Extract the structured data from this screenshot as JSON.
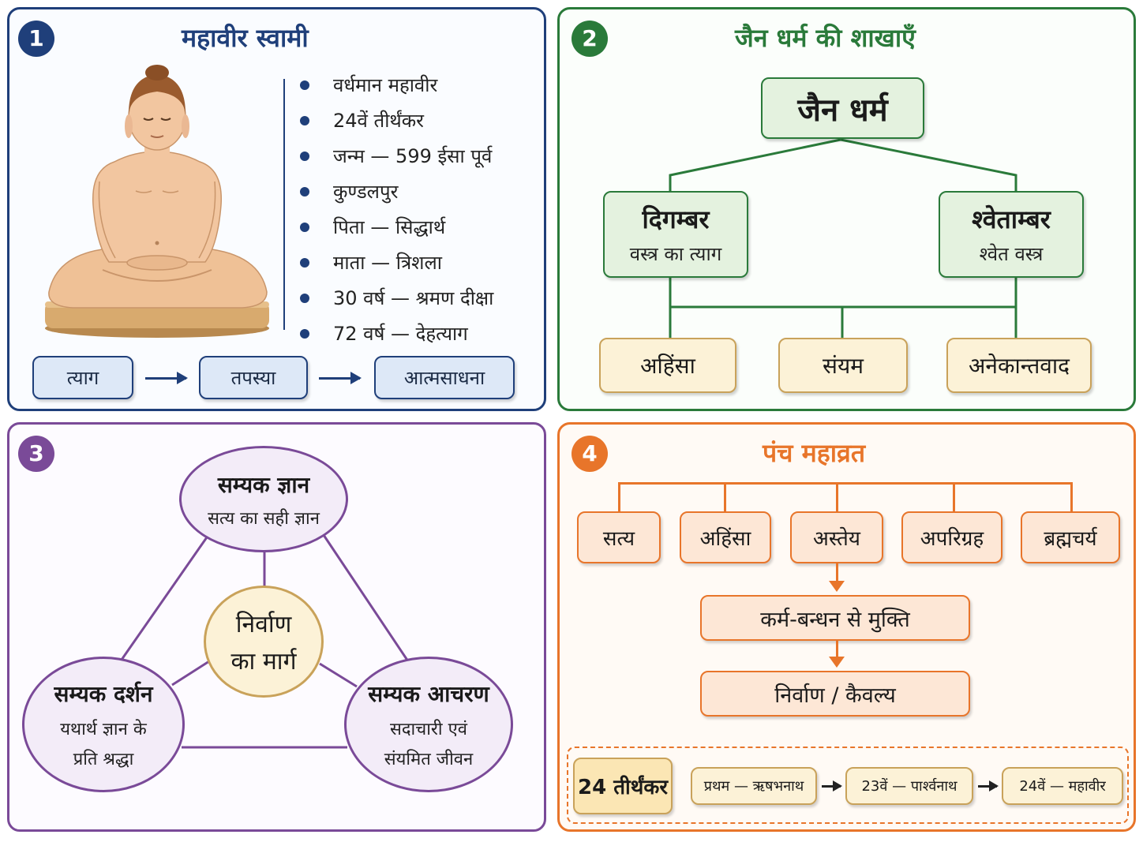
{
  "colors": {
    "blue": "#1f3f7a",
    "green": "#2a7a3a",
    "purple": "#7a4a98",
    "orange": "#e8752a"
  },
  "panel1": {
    "number": "1",
    "title": "महावीर स्वामी",
    "image": "meditating-mahavir-figure",
    "facts": [
      "वर्धमान महावीर",
      "24वें तीर्थंकर",
      "जन्म — 599 ईसा पूर्व",
      "कुण्डलपुर",
      "पिता — सिद्धार्थ",
      "माता — त्रिशला",
      "30 वर्ष — श्रमण दीक्षा",
      "72 वर्ष — देहत्याग"
    ],
    "flow": [
      "त्याग",
      "तपस्या",
      "आत्मसाधना"
    ]
  },
  "panel2": {
    "number": "2",
    "title": "जैन धर्म की शाखाएँ",
    "root": "जैन धर्म",
    "left": {
      "name": "दिगम्बर",
      "desc": "वस्त्र का त्याग"
    },
    "right": {
      "name": "श्वेताम्बर",
      "desc": "श्वेत वस्त्र"
    },
    "principles": [
      "अहिंसा",
      "संयम",
      "अनेकान्तवाद"
    ]
  },
  "panel3": {
    "number": "3",
    "top": {
      "title": "सम्यक ज्ञान",
      "desc": "सत्य का सही ज्ञान"
    },
    "left": {
      "title": "सम्यक दर्शन",
      "desc1": "यथार्थ ज्ञान के",
      "desc2": "प्रति श्रद्धा"
    },
    "right": {
      "title": "सम्यक आचरण",
      "desc1": "सदाचारी एवं",
      "desc2": "संयमित जीवन"
    },
    "center": {
      "line1": "निर्वाण",
      "line2": "का मार्ग"
    }
  },
  "panel4": {
    "number": "4",
    "title": "पंच महाव्रत",
    "vows": [
      "सत्य",
      "अहिंसा",
      "अस्तेय",
      "अपरिग्रह",
      "ब्रह्मचर्य"
    ],
    "step1": "कर्म-बन्धन से मुक्ति",
    "step2": "निर्वाण / कैवल्य",
    "tirthankar": {
      "label": "24 तीर्थंकर",
      "items": [
        "प्रथम — ऋषभनाथ",
        "23वें — पार्श्वनाथ",
        "24वें — महावीर"
      ]
    }
  }
}
